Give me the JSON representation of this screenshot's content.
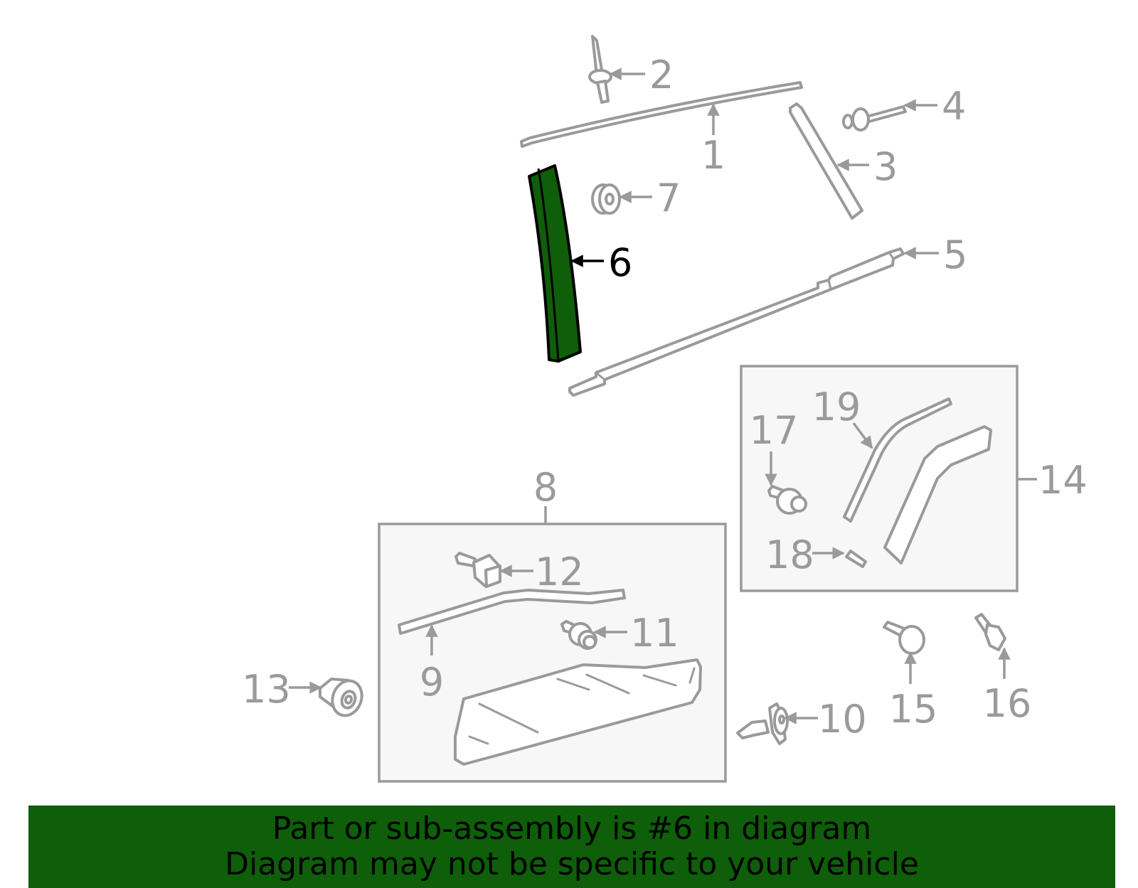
{
  "callouts": {
    "c1": "1",
    "c2": "2",
    "c3": "3",
    "c4": "4",
    "c5": "5",
    "c6": "6",
    "c7": "7",
    "c8": "8",
    "c9": "9",
    "c10": "10",
    "c11": "11",
    "c12": "12",
    "c13": "13",
    "c14": "14",
    "c15": "15",
    "c16": "16",
    "c17": "17",
    "c18": "18",
    "c19": "19"
  },
  "banner": {
    "line1": "Part or sub-assembly is #6 in diagram",
    "line2": "Diagram may not be specific to your vehicle"
  },
  "colors": {
    "highlight": "#0e5e0a",
    "part_stroke": "#9a9a9a",
    "banner_bg": "#0e5e0a",
    "banner_text": "#000000"
  }
}
